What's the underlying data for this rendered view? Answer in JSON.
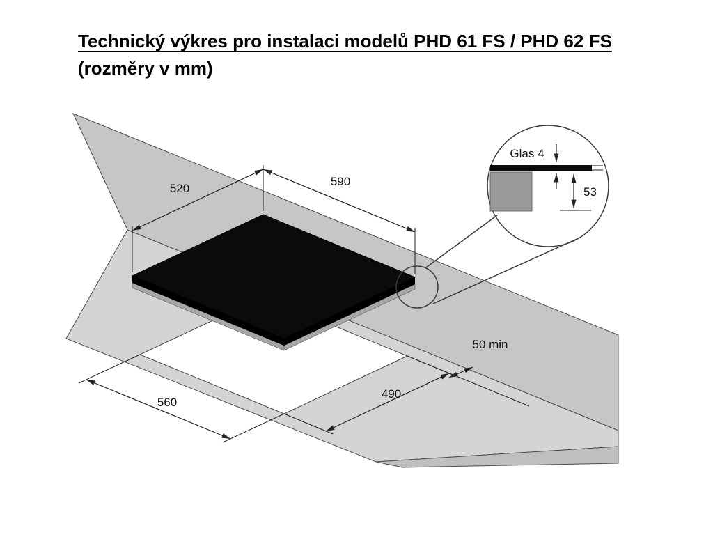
{
  "title": {
    "line1": "Technický výkres pro instalaci modelů PHD 61 FS / PHD 62 FS",
    "line2": "(rozměry v mm)"
  },
  "labels": {
    "hob_width": "590",
    "hob_depth": "520",
    "cutout_width": "560",
    "cutout_depth": "490",
    "edge_clearance": "50 min",
    "glass": "Glas 4",
    "recess_depth": "53"
  },
  "colors": {
    "wall_gray": "#c6c6c6",
    "counter_gray": "#d4d4d4",
    "front_edge_gray": "#bfbfbf",
    "cutout_white": "#ffffff",
    "hob_black": "#0b0b0b",
    "hob_body_gray": "#a6a6a6",
    "detail_counter_gray": "#9a9a9a",
    "line": "#222222"
  }
}
